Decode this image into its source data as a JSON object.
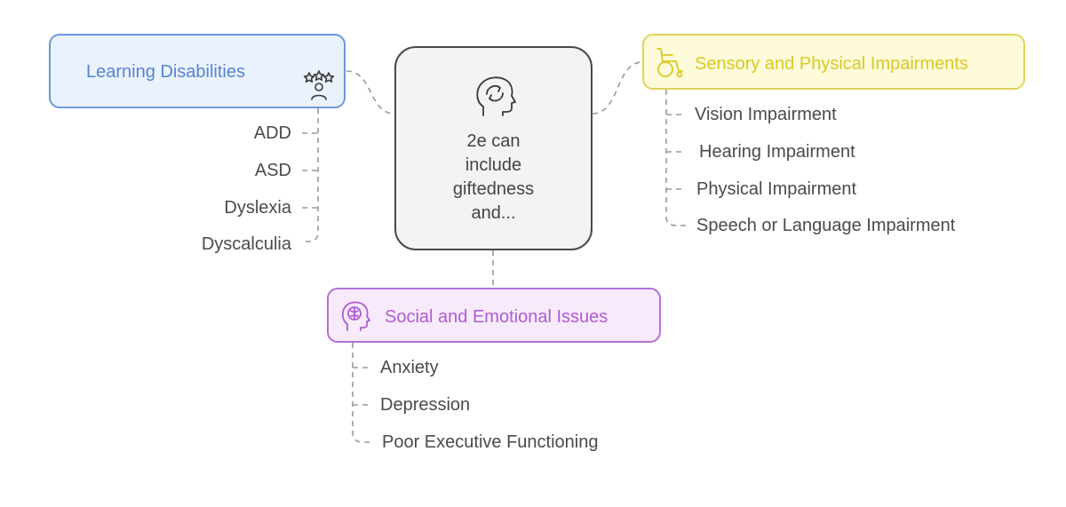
{
  "center": {
    "text": "2e can\ninclude\ngiftedness\nand...",
    "icon": "head-arrows-icon"
  },
  "learning": {
    "title": "Learning Disabilities",
    "icon": "people-stars-icon",
    "items": [
      "ADD",
      "ASD",
      "Dyslexia",
      "Dyscalculia"
    ]
  },
  "sensory": {
    "title": "Sensory and Physical Impairments",
    "icon": "wheelchair-icon",
    "items": [
      "Vision Impairment",
      "Hearing Impairment",
      "Physical Impairment",
      "Speech or Language Impairment"
    ]
  },
  "social": {
    "title": "Social and Emotional Issues",
    "icon": "brain-head-icon",
    "items": [
      "Anxiety",
      "Depression",
      "Poor Executive Functioning"
    ]
  },
  "colors": {
    "learning_border": "#6a97df",
    "learning_fill": "#eaf2fd",
    "learning_text": "#5683d3",
    "sensory_border": "#e0d35a",
    "sensory_fill": "#fdfbd9",
    "sensory_text": "#d9c826",
    "social_border": "#b471d8",
    "social_fill": "#f7ebfb",
    "social_text": "#b05ad4",
    "center_border": "#4a4a4a",
    "center_fill": "#f3f3f3",
    "connector": "#9a9a9a"
  }
}
